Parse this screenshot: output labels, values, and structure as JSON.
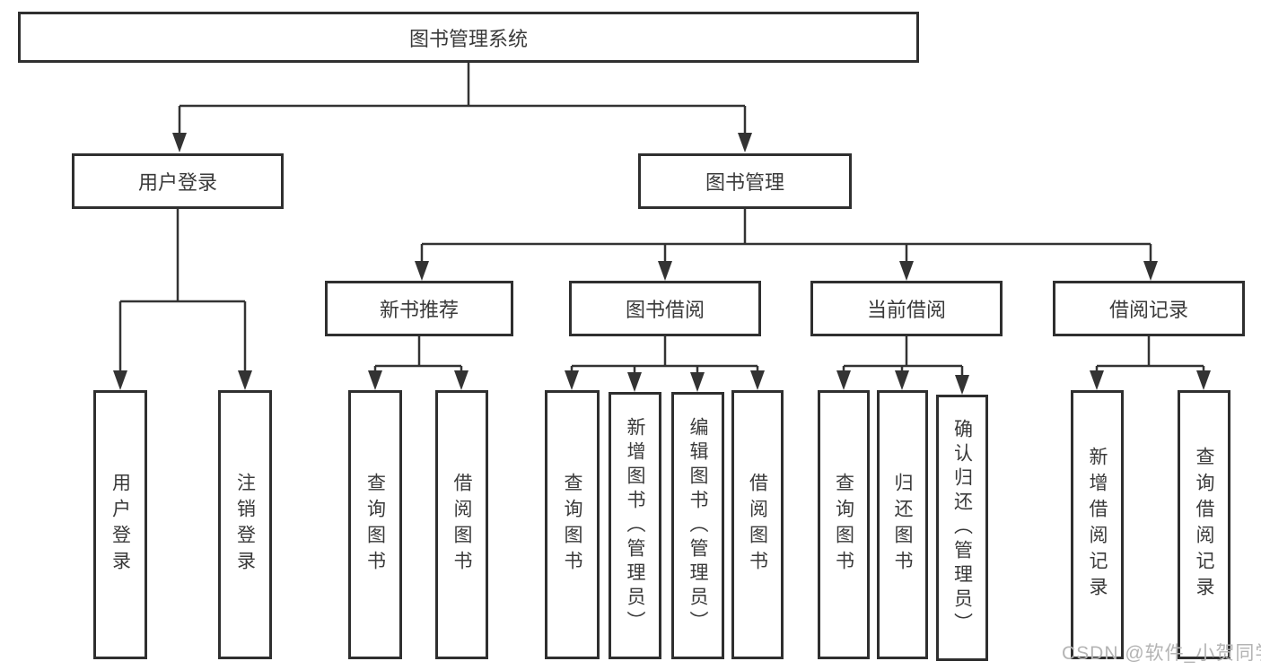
{
  "diagram_title": "图书管理系统",
  "colors": {
    "line": "#333333",
    "box_border": "#2f2f2f",
    "box_background": "#ffffff",
    "text": "#3a3a3a",
    "watermark": "#b4b4b4",
    "background": "#ffffff"
  },
  "nodes": {
    "root": {
      "label": "图书管理系统"
    },
    "user_login": {
      "label": "用户登录"
    },
    "book_mgmt": {
      "label": "图书管理"
    },
    "new_book_rec": {
      "label": "新书推荐"
    },
    "book_borrow": {
      "label": "图书借阅"
    },
    "current_borrow": {
      "label": "当前借阅"
    },
    "borrow_records": {
      "label": "借阅记录"
    },
    "leaf_user_login": {
      "label": "用户登录"
    },
    "leaf_logout": {
      "label": "注销登录"
    },
    "leaf_query_books_1": {
      "label": "查询图书"
    },
    "leaf_borrow_books_1": {
      "label": "借阅图书"
    },
    "leaf_query_books_2": {
      "label": "查询图书"
    },
    "leaf_add_books": {
      "label": "新增图书（管理员）"
    },
    "leaf_edit_books": {
      "label": "编辑图书（管理员）"
    },
    "leaf_borrow_books_2": {
      "label": "借阅图书"
    },
    "leaf_query_books_3": {
      "label": "查询图书"
    },
    "leaf_return_books": {
      "label": "归还图书"
    },
    "leaf_confirm_return": {
      "label": "确认归还（管理员）"
    },
    "leaf_add_record": {
      "label": "新增借阅记录"
    },
    "leaf_query_record": {
      "label": "查询借阅记录"
    }
  },
  "edges": [
    {
      "from": "root",
      "to": "user_login"
    },
    {
      "from": "root",
      "to": "book_mgmt"
    },
    {
      "from": "user_login",
      "to": "leaf_user_login"
    },
    {
      "from": "user_login",
      "to": "leaf_logout"
    },
    {
      "from": "book_mgmt",
      "to": "new_book_rec"
    },
    {
      "from": "book_mgmt",
      "to": "book_borrow"
    },
    {
      "from": "book_mgmt",
      "to": "current_borrow"
    },
    {
      "from": "book_mgmt",
      "to": "borrow_records"
    },
    {
      "from": "new_book_rec",
      "to": "leaf_query_books_1"
    },
    {
      "from": "new_book_rec",
      "to": "leaf_borrow_books_1"
    },
    {
      "from": "book_borrow",
      "to": "leaf_query_books_2"
    },
    {
      "from": "book_borrow",
      "to": "leaf_add_books"
    },
    {
      "from": "book_borrow",
      "to": "leaf_edit_books"
    },
    {
      "from": "book_borrow",
      "to": "leaf_borrow_books_2"
    },
    {
      "from": "current_borrow",
      "to": "leaf_query_books_3"
    },
    {
      "from": "current_borrow",
      "to": "leaf_return_books"
    },
    {
      "from": "current_borrow",
      "to": "leaf_confirm_return"
    },
    {
      "from": "borrow_records",
      "to": "leaf_add_record"
    },
    {
      "from": "borrow_records",
      "to": "leaf_query_record"
    }
  ],
  "watermark": {
    "text": "CSDN @软件_小贺同学"
  }
}
